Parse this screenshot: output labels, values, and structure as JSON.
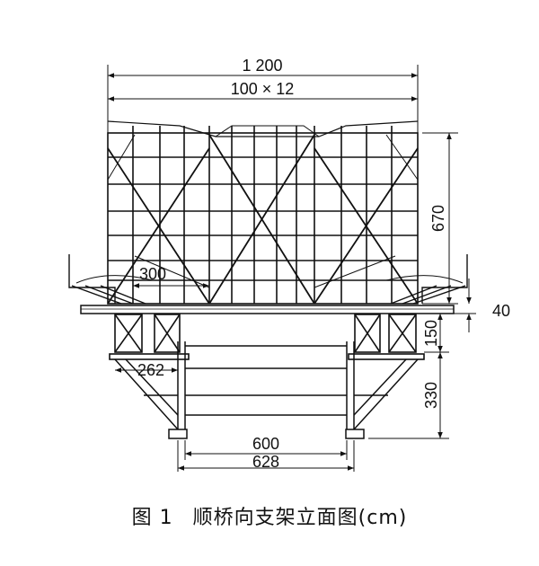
{
  "figure": {
    "dimensions": {
      "total_width": "1 200",
      "bay_spacing": "100 × 12",
      "upper_frame_height": "670",
      "cap_height": "40",
      "support_height": "150",
      "pier_height": "330",
      "bracket_width": "300",
      "column_offset": "262",
      "inner_span": "600",
      "outer_span": "628"
    }
  },
  "caption": {
    "number": "图 1",
    "title": "顺桥向支架立面图(cm)"
  }
}
